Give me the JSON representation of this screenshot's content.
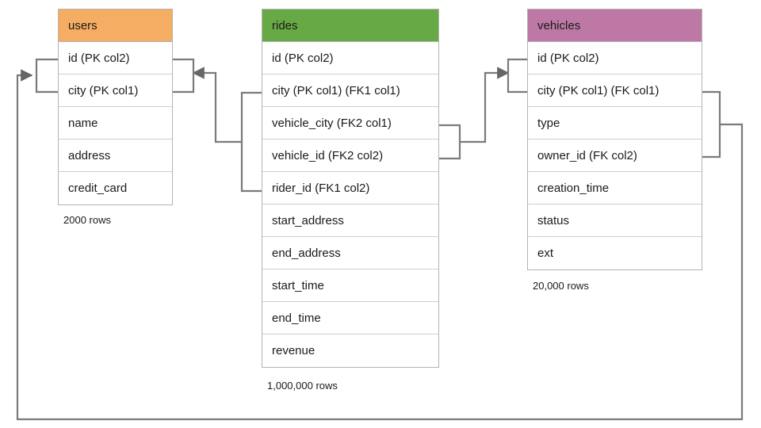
{
  "diagram": {
    "title": "database-schema-er-diagram",
    "line_color": "#7a7a7a",
    "border_color": "#b3b3b3"
  },
  "tables": [
    {
      "id": "users",
      "name": "users",
      "header_color": "#f5ad63",
      "rowcount_label": "2000 rows",
      "columns": [
        "id (PK col2)",
        "city (PK col1)",
        "name",
        "address",
        "credit_card"
      ]
    },
    {
      "id": "rides",
      "name": "rides",
      "header_color": "#67a945",
      "rowcount_label": "1,000,000 rows",
      "columns": [
        "id (PK col2)",
        "city (PK col1) (FK1 col1)",
        "vehicle_city (FK2 col1)",
        "vehicle_id (FK2 col2)",
        "rider_id (FK1 col2)",
        "start_address",
        "end_address",
        "start_time",
        "end_time",
        "revenue"
      ]
    },
    {
      "id": "vehicles",
      "name": "vehicles",
      "header_color": "#bd78a5",
      "rowcount_label": "20,000 rows",
      "columns": [
        "id (PK col2)",
        "city (PK col1) (FK col1)",
        "type",
        "owner_id (FK col2)",
        "creation_time",
        "status",
        "ext"
      ]
    }
  ],
  "relationships": [
    {
      "name": "rides-fk1-to-users",
      "from_table": "rides",
      "from_columns": [
        "city (PK col1) (FK1 col1)",
        "rider_id (FK1 col2)"
      ],
      "to_table": "users",
      "to_columns": [
        "id (PK col2)",
        "city (PK col1)"
      ]
    },
    {
      "name": "rides-fk2-to-vehicles",
      "from_table": "rides",
      "from_columns": [
        "vehicle_city (FK2 col1)",
        "vehicle_id (FK2 col2)"
      ],
      "to_table": "vehicles",
      "to_columns": [
        "id (PK col2)",
        "city (PK col1) (FK col1)"
      ]
    },
    {
      "name": "vehicles-fk-to-users",
      "from_table": "vehicles",
      "from_columns": [
        "city (PK col1) (FK col1)",
        "owner_id (FK col2)"
      ],
      "to_table": "users",
      "to_columns": [
        "id (PK col2)",
        "city (PK col1)"
      ]
    }
  ]
}
